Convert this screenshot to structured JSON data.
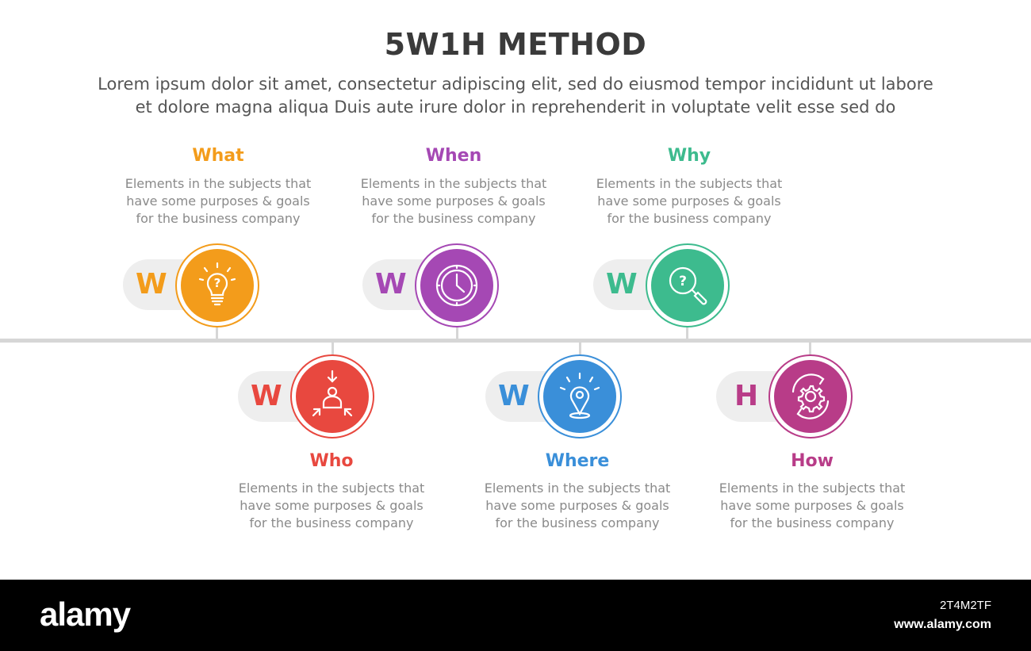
{
  "title": "5W1H METHOD",
  "subtitle_line1": "Lorem ipsum dolor sit amet, consectetur adipiscing elit, sed do eiusmod tempor incididunt ut labore",
  "subtitle_line2": "et dolore magna aliqua Duis aute irure dolor in reprehenderit in voluptate velit esse sed do",
  "items": [
    {
      "letter": "W",
      "title": "What",
      "icon": "lightbulb-question-icon",
      "color": "#f39c1b",
      "desc": [
        "Elements in the subjects that",
        "have  some purposes & goals",
        "for the  business company"
      ]
    },
    {
      "letter": "W",
      "title": "Who",
      "icon": "person-arrows-icon",
      "color": "#e8483f",
      "desc": [
        "Elements in the subjects that",
        "have  some purposes & goals",
        "for the  business company"
      ]
    },
    {
      "letter": "W",
      "title": "When",
      "icon": "clock-icon",
      "color": "#a548b4",
      "desc": [
        "Elements in the subjects that",
        "have  some purposes & goals",
        "for the  business company"
      ]
    },
    {
      "letter": "W",
      "title": "Where",
      "icon": "location-pin-icon",
      "color": "#3a8fd9",
      "desc": [
        "Elements in the subjects that",
        "have  some purposes & goals",
        "for the  business company"
      ]
    },
    {
      "letter": "W",
      "title": "Why",
      "icon": "magnifier-question-icon",
      "color": "#3dbb8e",
      "desc": [
        "Elements in the subjects that",
        "have  some purposes & goals",
        "for the  business company"
      ]
    },
    {
      "letter": "H",
      "title": "How",
      "icon": "gear-cycle-icon",
      "color": "#b83c88",
      "desc": [
        "Elements in the subjects that",
        "have  some purposes & goals",
        "for the  business company"
      ]
    }
  ],
  "footer": {
    "brand": "alamy",
    "stock_id": "2T4M2TF",
    "site": "www.alamy.com"
  }
}
